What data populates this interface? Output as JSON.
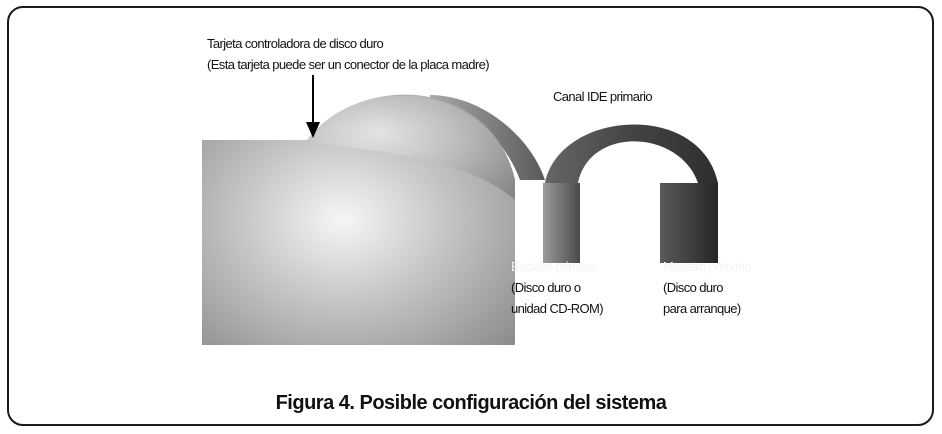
{
  "labels": {
    "controller_line1": "Tarjeta controladora de disco duro",
    "controller_line2": "(Esta tarjeta puede ser un conector de la placa madre)",
    "ide_channel": "Canal IDE primario",
    "slave_line1": "Esclavo primario",
    "slave_line2": "(Disco duro o",
    "slave_line3": "unidad CD-ROM)",
    "master_line1": "Maestro primario",
    "master_line2": "(Disco duro",
    "master_line3": "para arranque)"
  },
  "caption": "Figura 4. Posible configuración del sistema",
  "colors": {
    "frame": "#1a1a1a",
    "cable_dark": "#3a3a3a",
    "cable_light": "#d8d8d8",
    "card_light": "#f6f6f6",
    "card_dark": "#8a8a8a",
    "arrow": "#000000"
  },
  "icons": {
    "pointer": "down-arrow-icon"
  }
}
